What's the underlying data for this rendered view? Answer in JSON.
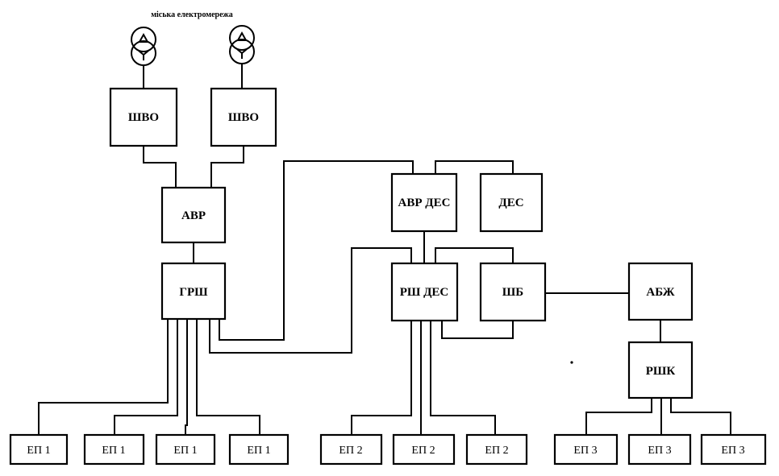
{
  "title": "міська електромережа",
  "blocks": {
    "shvo_1": "ШВО",
    "shvo_2": "ШВО",
    "avr": "АВР",
    "grsh": "ГРШ",
    "avr_des": "АВР ДЕС",
    "des": "ДЕС",
    "rsh_des": "РШ ДЕС",
    "shb": "ШБ",
    "abzh": "АБЖ",
    "rshk": "РШК"
  },
  "consumers": {
    "group1": [
      "ЕП 1",
      "ЕП 1",
      "ЕП 1",
      "ЕП 1"
    ],
    "group2": [
      "ЕП 2",
      "ЕП 2",
      "ЕП 2"
    ],
    "group3": [
      "ЕП 3",
      "ЕП 3",
      "ЕП 3"
    ]
  }
}
